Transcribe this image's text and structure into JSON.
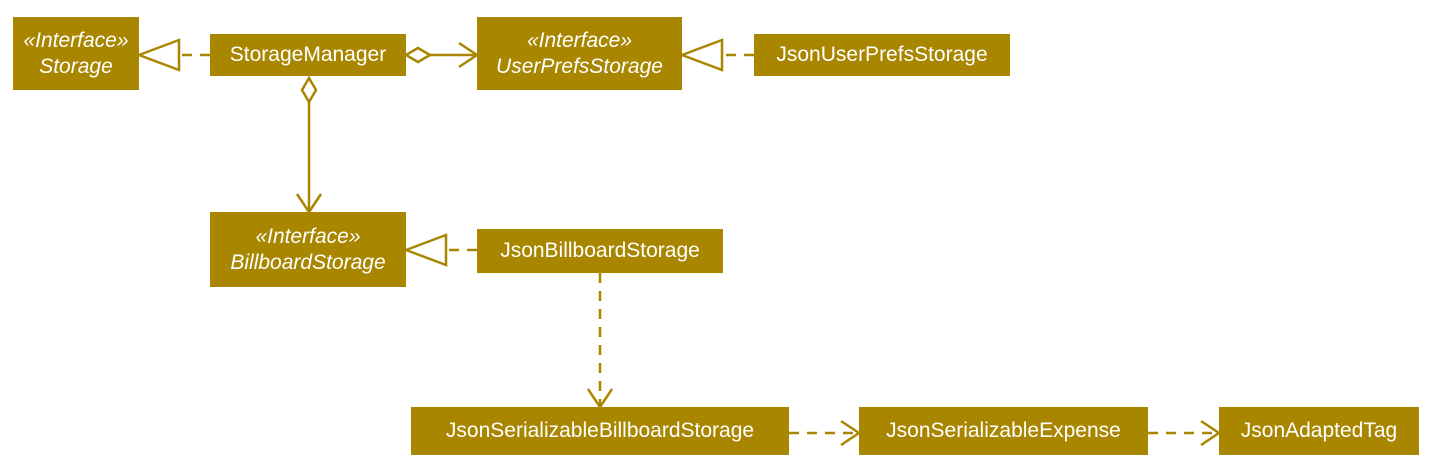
{
  "diagram": {
    "colors": {
      "box_fill": "#a88600",
      "box_text": "#ffffff",
      "edge": "#a88600",
      "background": "#ffffff"
    },
    "nodes": {
      "storage": {
        "stereotype": "«Interface»",
        "name": "Storage"
      },
      "storage_manager": {
        "name": "StorageManager"
      },
      "user_prefs_storage": {
        "stereotype": "«Interface»",
        "name": "UserPrefsStorage"
      },
      "json_user_prefs_storage": {
        "name": "JsonUserPrefsStorage"
      },
      "billboard_storage": {
        "stereotype": "«Interface»",
        "name": "BillboardStorage"
      },
      "json_billboard_storage": {
        "name": "JsonBillboardStorage"
      },
      "json_serializable_billboard_storage": {
        "name": "JsonSerializableBillboardStorage"
      },
      "json_serializable_expense": {
        "name": "JsonSerializableExpense"
      },
      "json_adapted_tag": {
        "name": "JsonAdaptedTag"
      }
    },
    "edges": [
      {
        "from": "StorageManager",
        "to": "Storage",
        "kind": "realization"
      },
      {
        "from": "StorageManager",
        "to": "UserPrefsStorage",
        "kind": "aggregation"
      },
      {
        "from": "JsonUserPrefsStorage",
        "to": "UserPrefsStorage",
        "kind": "realization"
      },
      {
        "from": "StorageManager",
        "to": "BillboardStorage",
        "kind": "aggregation"
      },
      {
        "from": "JsonBillboardStorage",
        "to": "BillboardStorage",
        "kind": "realization"
      },
      {
        "from": "JsonBillboardStorage",
        "to": "JsonSerializableBillboardStorage",
        "kind": "dependency"
      },
      {
        "from": "JsonSerializableBillboardStorage",
        "to": "JsonSerializableExpense",
        "kind": "dependency"
      },
      {
        "from": "JsonSerializableExpense",
        "to": "JsonAdaptedTag",
        "kind": "dependency"
      }
    ]
  }
}
